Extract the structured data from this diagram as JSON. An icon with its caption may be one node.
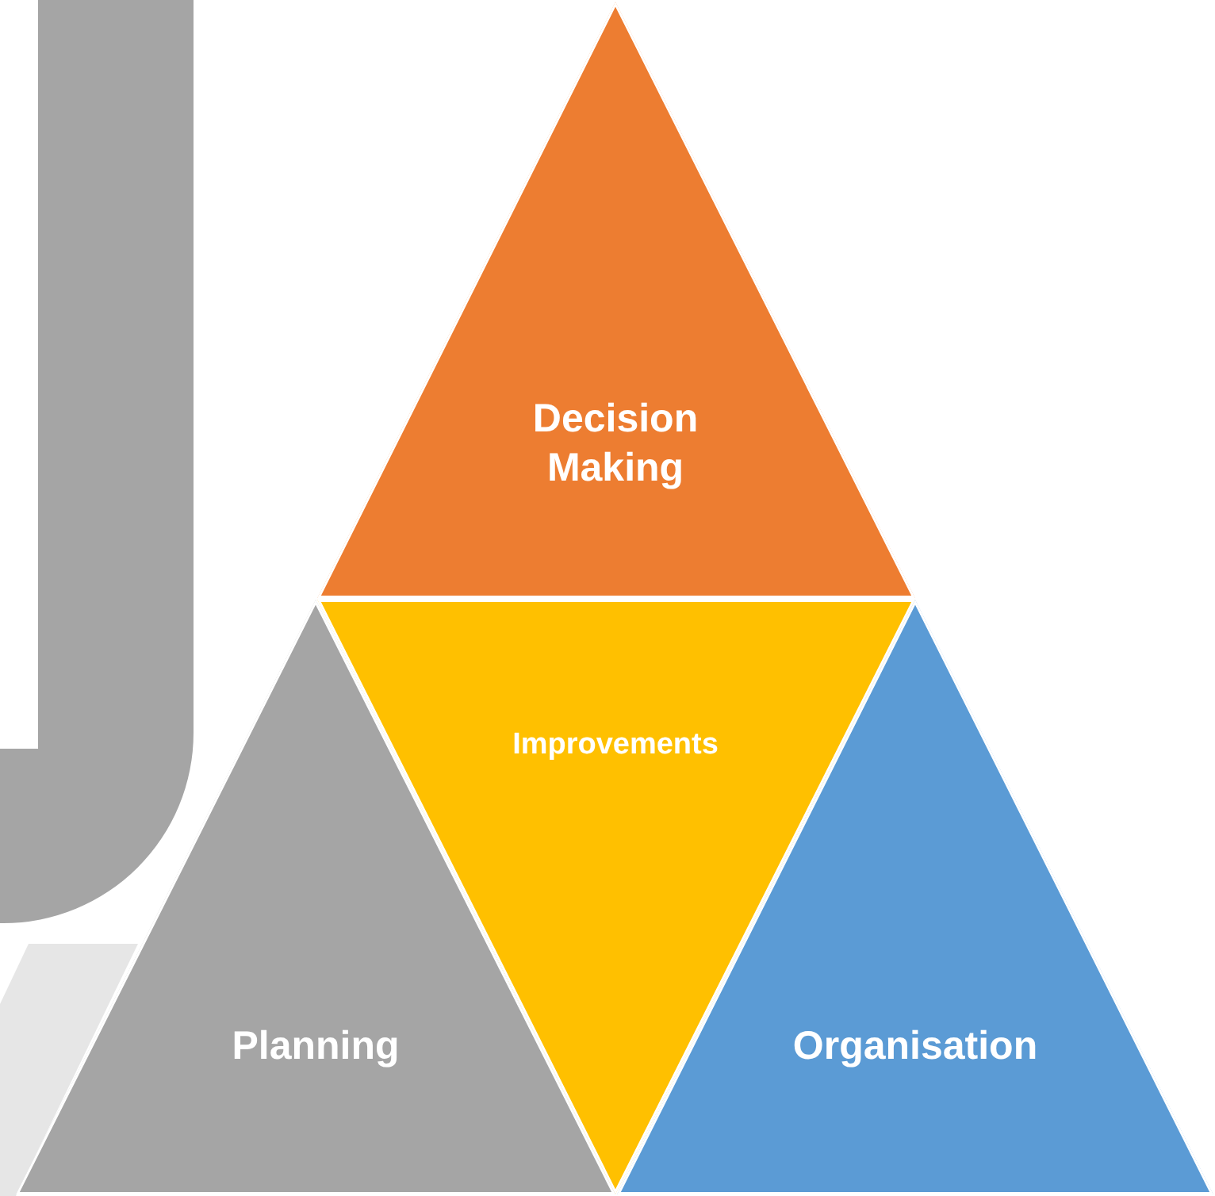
{
  "diagram": {
    "nodes": [
      {
        "text": [
          "Decision Making"
        ]
      },
      {
        "text": [
          "Improvements"
        ]
      },
      {
        "text": [
          "Planning"
        ]
      },
      {
        "text": [
          "Organisation"
        ]
      }
    ]
  }
}
